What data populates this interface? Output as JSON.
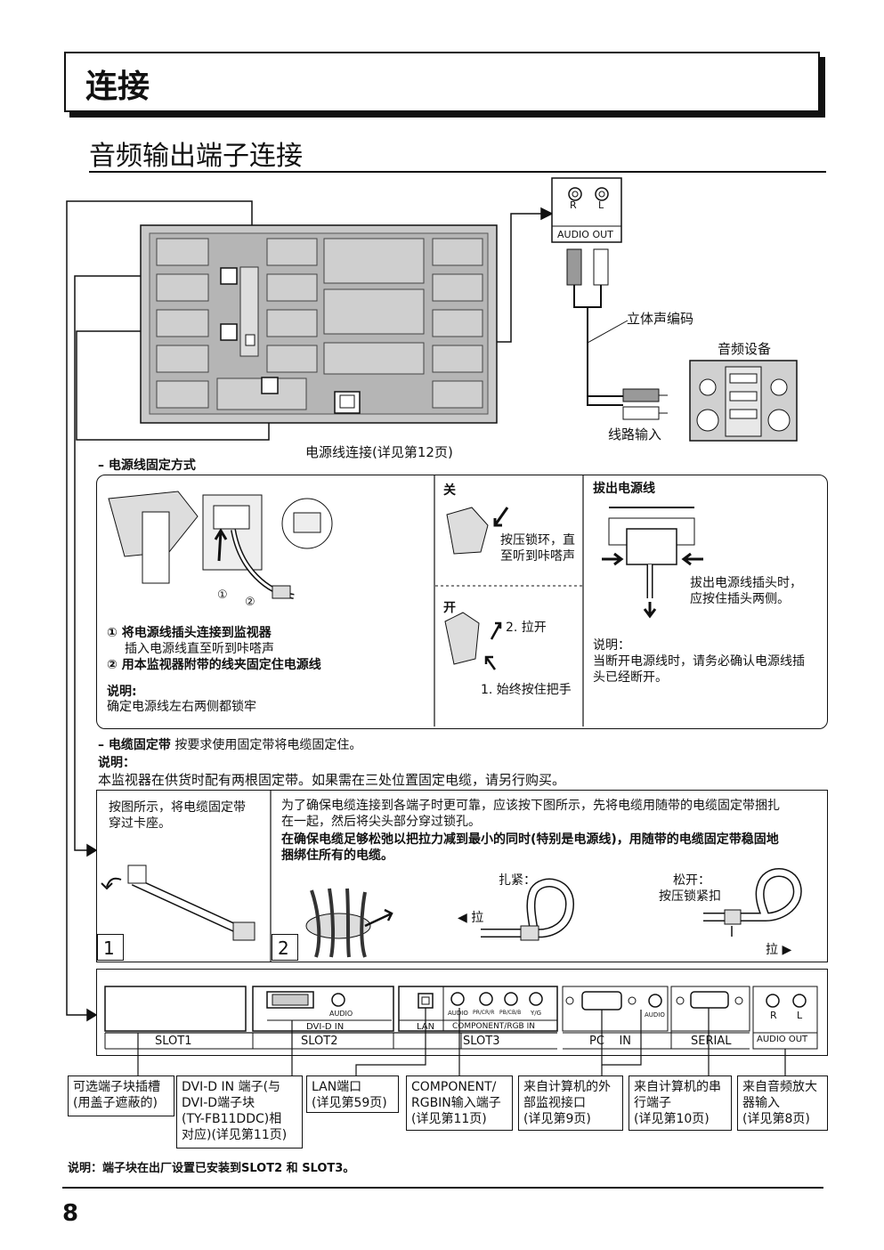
{
  "header": {
    "title": "连接",
    "subtitle": "音频输出端子连接"
  },
  "top_diagram": {
    "audio_out_label": "AUDIO OUT",
    "jack_r": "R",
    "jack_l": "L",
    "stereo_cable": "立体声编码",
    "audio_equipment": "音频设备",
    "line_in": "线路输入",
    "power_connection": "电源线连接(详见第12页)"
  },
  "power_fix": {
    "heading": "– 电源线固定方式",
    "step1": "① 将电源线插头连接到监视器",
    "step1_sub": "插入电源线直至听到咔嗒声",
    "step2": "② 用本监视器附带的线夹固定住电源线",
    "note_title": "说明:",
    "note_text": "确定电源线左右两侧都锁牢",
    "callout1": "①",
    "callout2": "②",
    "close_label": "关",
    "close_text_1": "按压锁环，直",
    "close_text_2": "至听到咔嗒声",
    "open_label": "开",
    "open_step2": "2. 拉开",
    "open_step1": "1. 始终按住把手",
    "unplug_title": "拔出电源线",
    "unplug_text_1": "拔出电源线插头时，",
    "unplug_text_2": "应按住插头两侧。",
    "unplug_note_title": "说明：",
    "unplug_note_1": "当断开电源线时，请务必确认电源线插",
    "unplug_note_2": "头已经断开。"
  },
  "cable_tie": {
    "heading_bold": "– 电缆固定带",
    "heading_rest": "  按要求使用固定带将电缆固定住。",
    "note_title": "说明：",
    "note_text": "本监视器在供货时配有两根固定带。如果需在三处位置固定电缆，请另行购买。",
    "panel1_text_1": "按图所示，将电缆固定带",
    "panel1_text_2": "穿过卡座。",
    "panel2_text_1": "为了确保电缆连接到各端子时更可靠，应该按下图所示，先将电缆用随带的电缆固定带捆扎",
    "panel2_text_2": "在一起，然后将尖头部分穿过锁孔。",
    "panel2_bold_1": "在确保电缆足够松弛以把拉力减到最小的同时(特别是电源线)，用随带的电缆固定带稳固地",
    "panel2_bold_2": "捆绑住所有的电缆。",
    "tighten": "扎紧：",
    "pull_left": "◀ 拉",
    "loosen_1": "松开：",
    "loosen_2": "按压锁紧扣",
    "pull_right": "拉 ▶",
    "num1": "1",
    "num2": "2"
  },
  "terminal_panel": {
    "slot1": "SLOT1",
    "slot2": "SLOT2",
    "slot3": "SLOT3",
    "dvi_audio": "AUDIO",
    "dvi_in": "DVI-D IN",
    "lan": "LAN",
    "comp_audio": "AUDIO",
    "comp_pr": "PR/CR/R",
    "comp_pb": "PB/CB/B",
    "comp_y": "Y/G",
    "comp_in": "COMPONENT/RGB IN",
    "pc_audio": "AUDIO",
    "pc_in": "PC    IN",
    "serial": "SERIAL",
    "audio_out": "AUDIO OUT",
    "r": "R",
    "l": "L"
  },
  "callouts": [
    {
      "lines": [
        "可选端子块插槽",
        "(用盖子遮蔽的)"
      ]
    },
    {
      "lines": [
        "DVI-D IN 端子(与",
        "DVI-D端子块",
        "(TY-FB11DDC)相",
        "对应)(详见第11页)"
      ]
    },
    {
      "lines": [
        "LAN端口",
        "(详见第59页)"
      ]
    },
    {
      "lines": [
        "COMPONENT/",
        "RGBIN输入端子",
        "(详见第11页)"
      ]
    },
    {
      "lines": [
        "来自计算机的外",
        "部监视接口",
        "(详见第9页)"
      ]
    },
    {
      "lines": [
        "来自计算机的串",
        "行端子",
        "(详见第10页)"
      ]
    },
    {
      "lines": [
        "来自音频放大",
        "器输入",
        "(详见第8页)"
      ]
    }
  ],
  "footer": {
    "note": "说明：端子块在出厂设置已安装到SLOT2 和 SLOT3。",
    "page_number": "8"
  }
}
